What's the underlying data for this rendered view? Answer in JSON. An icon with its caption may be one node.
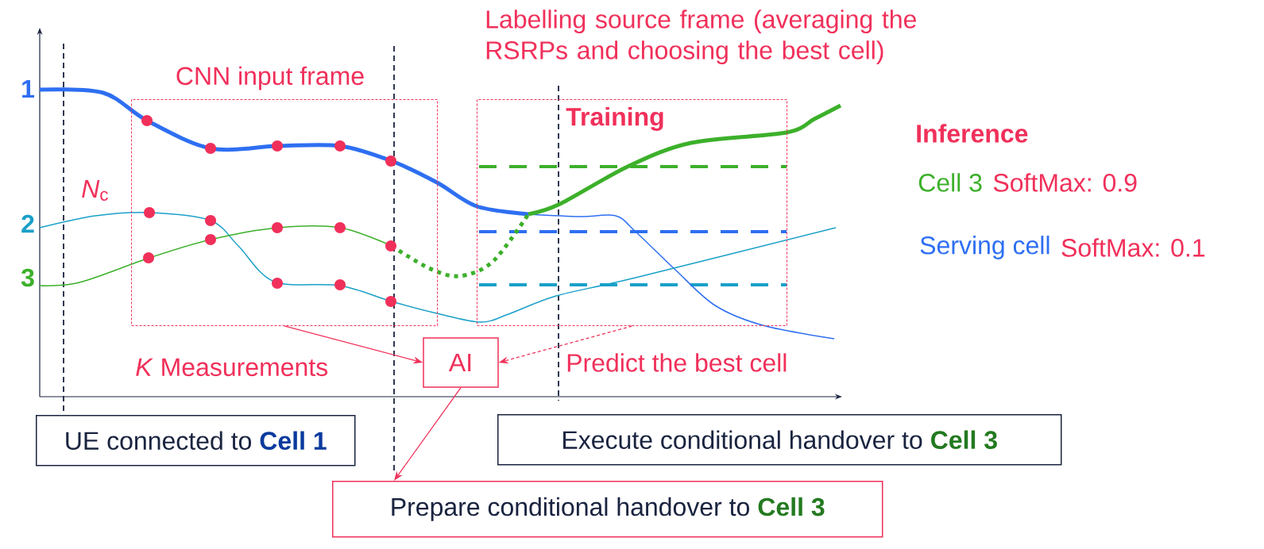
{
  "diagram": {
    "nodes": [
      {
        "text": [
          "CNN input frame"
        ]
      },
      {
        "text": [
          "Labelling source frame (averaging the RSRPs and choosing the best cell)",
          "Training"
        ]
      },
      {
        "text": [
          "AI"
        ]
      },
      {
        "text": [
          "UE connected to",
          "Cell 1"
        ]
      },
      {
        "text": [
          "Execute conditional handover to",
          "Cell 3"
        ]
      },
      {
        "text": [
          "Prepare conditional handover to",
          "Cell 3"
        ]
      }
    ],
    "edges": [
      {
        "from": 0,
        "to": 2,
        "arrow": "to"
      },
      {
        "from": 1,
        "to": 2,
        "arrow": "to",
        "style": "dashed"
      },
      {
        "from": 2,
        "to": 5,
        "arrow": "to"
      }
    ],
    "labels": [
      "1",
      "Inference",
      "*N*$_{c}$",
      "Cell 3",
      "SoftMax: 0.9",
      "2",
      "Serving cell",
      "SoftMax: 0.1",
      "3",
      "*K* Measurements",
      "Predict the best cell"
    ]
  }
}
